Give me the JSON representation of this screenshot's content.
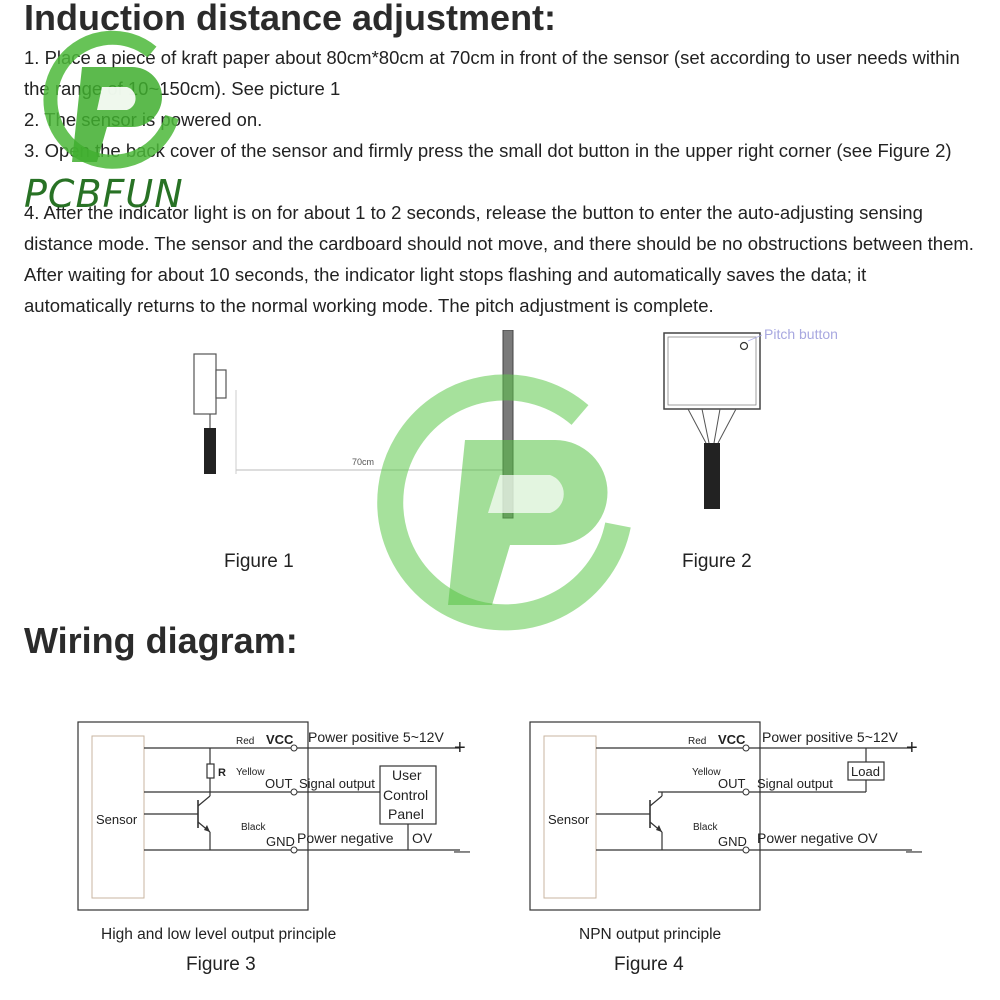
{
  "headings": {
    "induction": "Induction distance adjustment:",
    "wiring": "Wiring diagram:"
  },
  "steps": [
    "1. Place a piece of kraft paper about 80cm*80cm at 70cm in front of the sensor (set according to user needs within the range of 10~150cm). See picture 1",
    "2. The sensor is powered on.",
    "3. Open the back cover of the sensor and firmly press the small dot button in the upper right corner (see Figure 2)",
    "4. After the indicator light is on for about 1 to 2 seconds, release the button to enter the auto-adjusting sensing distance mode. The sensor and the cardboard should not move, and there should be no obstructions between them. After waiting for about 10 seconds, the indicator light stops flashing and automatically saves the data; it automatically returns to the normal working mode. The pitch adjustment is complete."
  ],
  "logo": {
    "text": "PCBFUN",
    "color": "#1d6b1a",
    "watermark_color": "#4cc23a"
  },
  "figure1": {
    "distance_label": "70cm",
    "caption": "Figure 1"
  },
  "figure2": {
    "button_label": "Pitch button",
    "caption": "Figure 2"
  },
  "figure3": {
    "sensor_label": "Sensor",
    "red": "Red",
    "vcc": "VCC",
    "power_pos": "Power positive 5~12V",
    "plus": "+",
    "resistor": "R",
    "yellow": "Yellow",
    "out": "OUT",
    "signal": "Signal output",
    "panel_line1": "User",
    "panel_line2": "Control",
    "panel_line3": "Panel",
    "black": "Black",
    "gnd": "GND",
    "power_neg": "Power negative",
    "ov": "OV",
    "minus": "—",
    "subcaption": "High and low level output principle",
    "caption": "Figure 3"
  },
  "figure4": {
    "sensor_label": "Sensor",
    "red": "Red",
    "vcc": "VCC",
    "power_pos": "Power positive 5~12V",
    "plus": "+",
    "yellow": "Yellow",
    "out": "OUT",
    "signal": "Signal output",
    "load": "Load",
    "black": "Black",
    "gnd": "GND",
    "power_neg": "Power negative OV",
    "minus": "—",
    "subcaption": "NPN output principle",
    "caption": "Figure 4"
  }
}
